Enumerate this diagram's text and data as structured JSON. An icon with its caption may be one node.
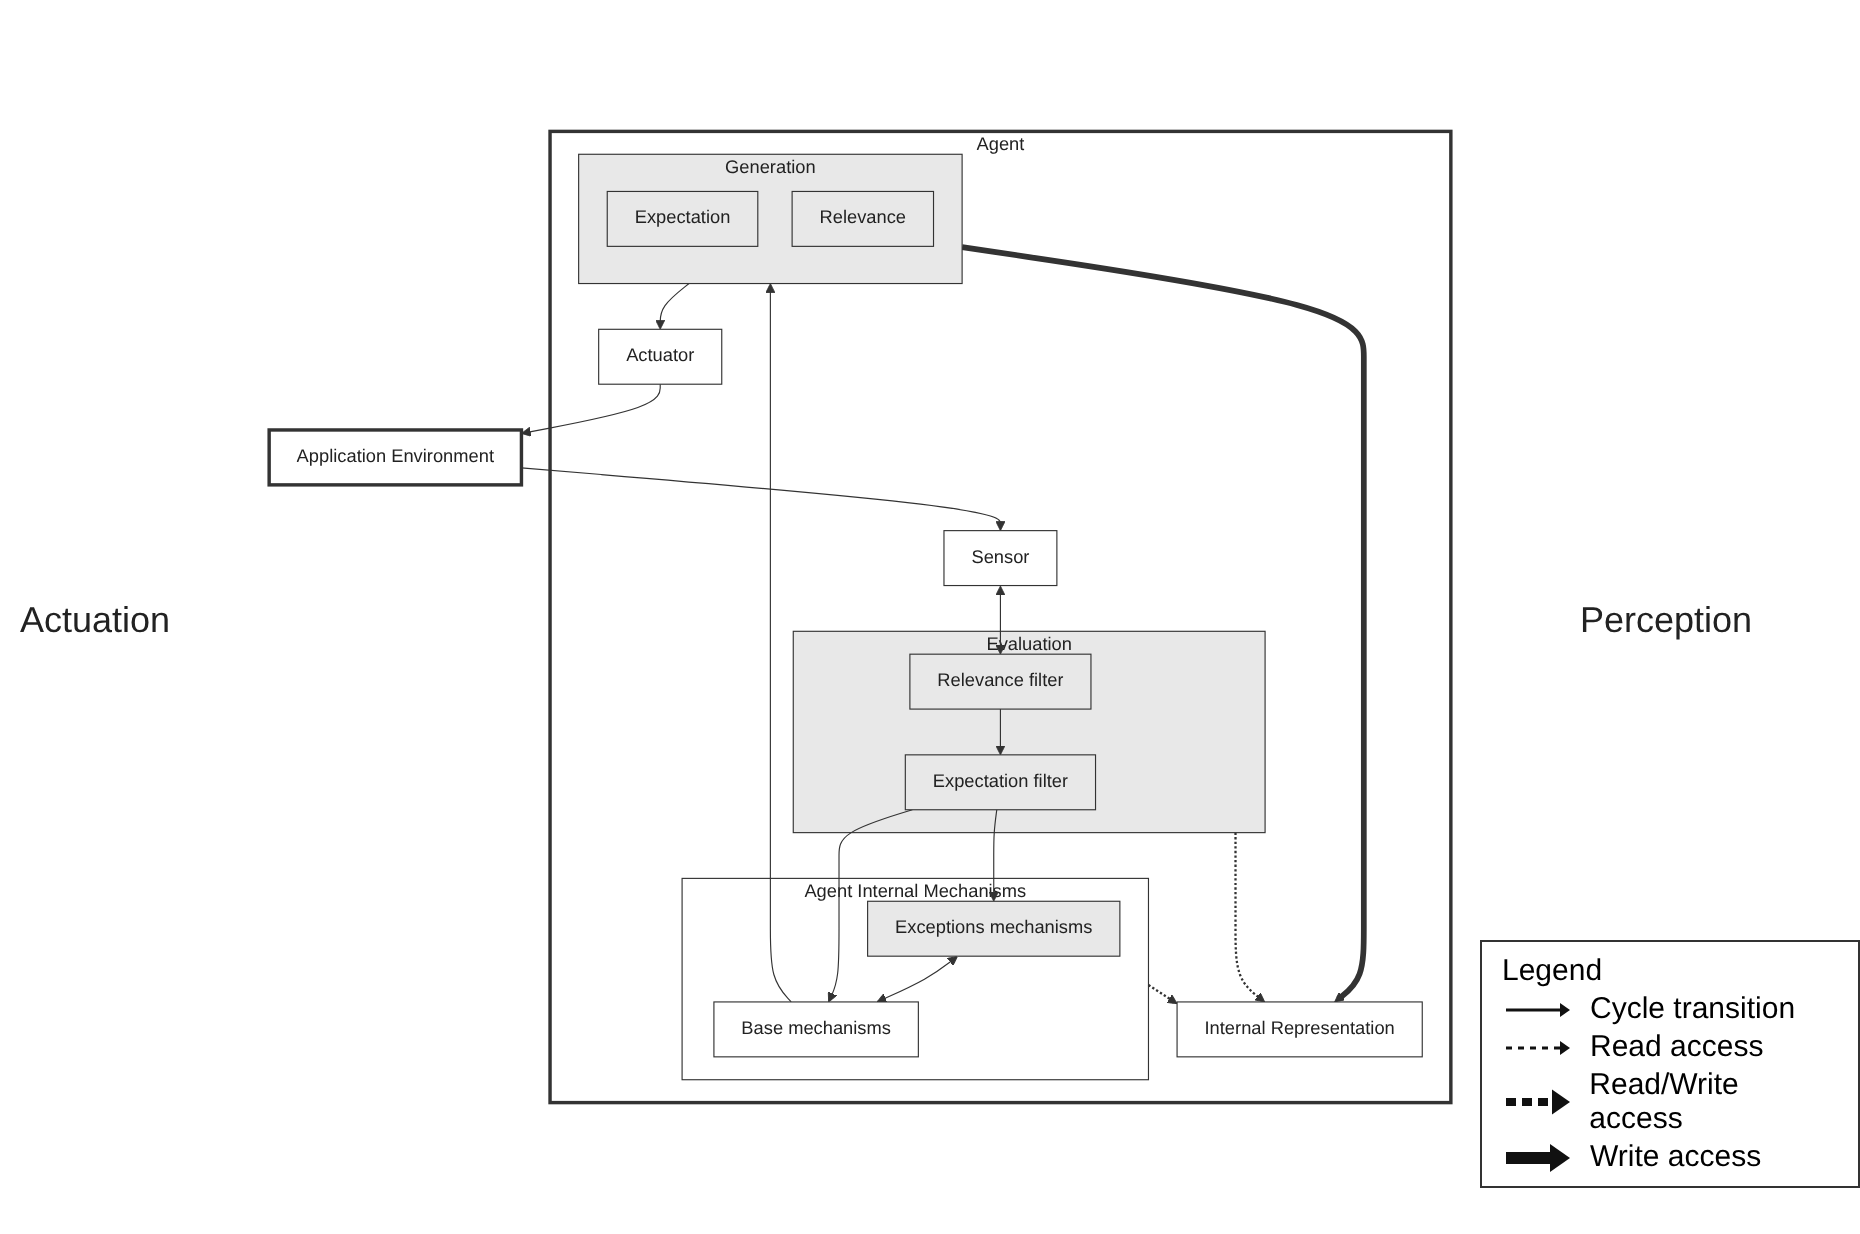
{
  "diagram": {
    "nodes": [
      {
        "text": [
          "Agent"
        ]
      },
      {
        "text": [
          "Agent Internal Mechanisms"
        ],
        "in": 0
      },
      {
        "text": [
          "Exceptions mechanisms"
        ],
        "in": 1
      },
      {
        "text": [
          "Base mechanisms"
        ],
        "in": 1
      },
      {
        "text": [
          "Internal Representation"
        ],
        "in": 0
      },
      {
        "text": [
          "Generation"
        ],
        "in": 0
      },
      {
        "text": [
          "Expectation"
        ],
        "in": 5
      },
      {
        "text": [
          "Relevance"
        ],
        "in": 5
      },
      {
        "text": [
          "Actuator"
        ],
        "in": 0
      },
      {
        "text": [
          "Evaluation"
        ],
        "in": 0
      },
      {
        "text": [
          "Expectation filter"
        ],
        "in": 9
      },
      {
        "text": [
          "Relevance filter"
        ],
        "in": 9
      },
      {
        "text": [
          "Sensor"
        ],
        "in": 0
      },
      {
        "text": [
          "Application Environment"
        ]
      }
    ],
    "edges": [
      {
        "from": 2,
        "to": 3,
        "arrow": "both"
      },
      {
        "from": 3,
        "to": 5,
        "arrow": "to"
      },
      {
        "from": 1,
        "to": 4,
        "arrow": "to",
        "style": "dashed"
      },
      {
        "from": 5,
        "to": 4,
        "arrow": "to",
        "style": "thick"
      },
      {
        "from": 9,
        "to": 4,
        "arrow": "to",
        "style": "dashed"
      },
      {
        "from": 10,
        "to": 2,
        "arrow": "to"
      },
      {
        "from": 10,
        "to": 3,
        "arrow": "to"
      },
      {
        "from": 11,
        "to": 10,
        "arrow": "to"
      },
      {
        "from": 12,
        "to": 11,
        "arrow": "both"
      },
      {
        "from": 5,
        "to": 8,
        "arrow": "to"
      },
      {
        "from": 8,
        "to": 13,
        "arrow": "to"
      },
      {
        "from": 13,
        "to": 12,
        "arrow": "to"
      }
    ],
    "labels": [
      "Actuation",
      "Perception",
      "Legend"
    ],
    "legend": [
      {
        "text": "Cycle transition"
      },
      {
        "text": "Read access"
      },
      {
        "text": "Read/Write access"
      },
      {
        "text": "Write access"
      }
    ]
  }
}
